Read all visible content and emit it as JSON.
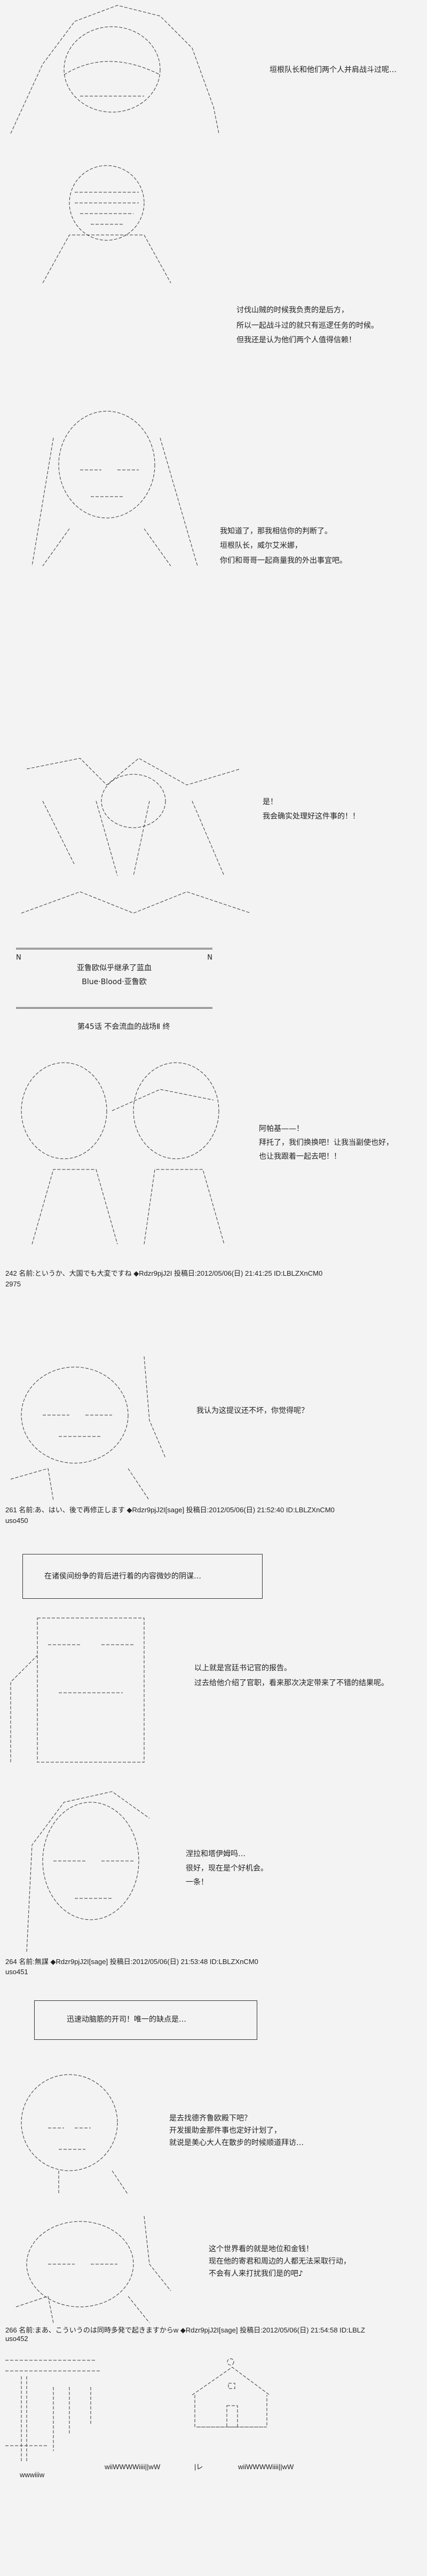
{
  "dialogue": {
    "d1": [
      "垣根队长和他们两个人并肩战斗过呢…"
    ],
    "d2": [
      "讨伐山贼的时候我负责的是后方，",
      "所以一起战斗过的就只有巡逻任务的时候。",
      "但我还是认为他们两个人值得信赖！"
    ],
    "d3": [
      "我知道了，那我相信你的判断了。",
      "垣根队长，威尔艾米娜，",
      "你们和哥哥一起商量我的外出事宜吧。"
    ],
    "d4": [
      "是！",
      "我会确实处理好这件事的！！"
    ],
    "d5": [
      "阿帕基——！",
      "拜托了，我们换换吧！让我当副使也好，",
      "也让我跟着一起去吧！！"
    ],
    "d6": [
      "我认为这提议还不坏，你觉得呢？"
    ],
    "d7": [
      "以上就是宫廷书记官的报告。",
      "过去给他介绍了官职，看来那次决定带来了不错的结果呢。"
    ],
    "d8": [
      "涅拉和塔伊姆吗…",
      "很好，现在是个好机会。",
      "一条！"
    ],
    "d9": [
      "是去找德齐鲁欧殿下吧？",
      "开发援助金那件事也定好计划了，",
      "就说是美心大人在散步的时候顺道拜访…"
    ],
    "d10": [
      "这个世界看的就是地位和金钱！",
      "现在他的寄君和周边的人都无法采取行动，",
      "不会有人来打扰我们是的吧♪"
    ]
  },
  "banner": {
    "line1": "亚鲁欧似乎继承了蓝血",
    "line2": "Blue·Blood·亚鲁欧",
    "border_char": "N"
  },
  "chapter_title": "第45话  不会流血的战场Ⅱ  终",
  "narration": {
    "box1": "在诸侯间纷争的背后进行着的内容微妙的阴谋…",
    "box2": "迅速动脑筋的开司！唯一的缺点是…"
  },
  "posts": [
    {
      "header": "242 名前:というか、大国でも大変ですね ◆Rdzr9pjJ2I 投稿日:2012/05/06(日) 21:41:25 ID:LBLZXnCM0",
      "sub": "2975"
    },
    {
      "header": "261 名前:あ、はい、後で再修正します ◆Rdzr9pjJ2I[sage] 投稿日:2012/05/06(日) 21:52:40 ID:LBLZXnCM0",
      "sub": "uso450"
    },
    {
      "header": "264 名前:無謀 ◆Rdzr9pjJ2I[sage] 投稿日:2012/05/06(日) 21:53:48 ID:LBLZXnCM0",
      "sub": "uso451"
    },
    {
      "header": "266 名前:まあ、こういうのは同時多発で起きますからw ◆Rdzr9pjJ2I[sage] 投稿日:2012/05/06(日) 21:54:58 ID:LBLZ",
      "sub": "uso452"
    }
  ],
  "bottom_text": [
    "wwwiiiw",
    "wiiWWWWiiii||wW",
    "|レ",
    "wiiWWWWiiii||wW"
  ]
}
